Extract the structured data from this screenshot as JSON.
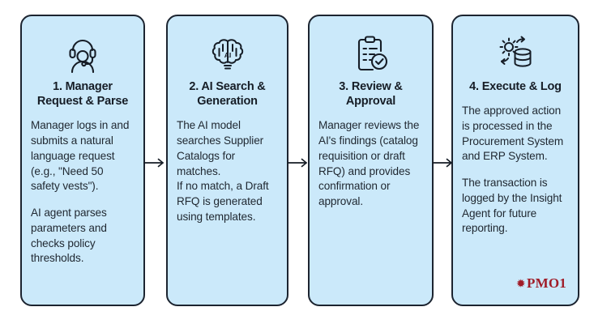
{
  "diagram": {
    "type": "horizontal-process-flow",
    "card_fill_color": "#cbe9fa",
    "card_border_color": "#1c2430",
    "background_color": "#ffffff",
    "brand_color": "#a01c28",
    "steps": [
      {
        "icon": "headset-agent-icon",
        "title_line_1": "1. Manager",
        "title_line_2": "Request & Parse",
        "paragraphs": [
          "Manager logs in and submits a natural language request (e.g., \"Need 50 safety vests\").",
          "AI agent parses parameters and checks policy thresholds."
        ]
      },
      {
        "icon": "ai-brain-icon",
        "title_line_1": "2. AI Search &",
        "title_line_2": "Generation",
        "paragraphs": [
          "The AI model searches Supplier Catalogs for matches.",
          "If no match, a Draft RFQ is generated using templates."
        ]
      },
      {
        "icon": "clipboard-check-icon",
        "title_line_1": "3. Review &",
        "title_line_2": "Approval",
        "paragraphs": [
          "Manager reviews the AI's findings (catalog requisition or draft RFQ) and provides confirmation or approval."
        ]
      },
      {
        "icon": "gear-database-icon",
        "title_line_1": "4. Execute & Log",
        "title_line_2": "",
        "paragraphs": [
          "The approved action is processed in the Procurement System and ERP System.",
          "The transaction is logged by the Insight Agent for future reporting."
        ]
      }
    ],
    "connectors": [
      {
        "name": "arrow-step1-to-step2"
      },
      {
        "name": "arrow-step2-to-step3"
      },
      {
        "name": "arrow-step3-to-step4"
      }
    ],
    "brand": {
      "mark": "✹",
      "label": "PMO1"
    }
  }
}
